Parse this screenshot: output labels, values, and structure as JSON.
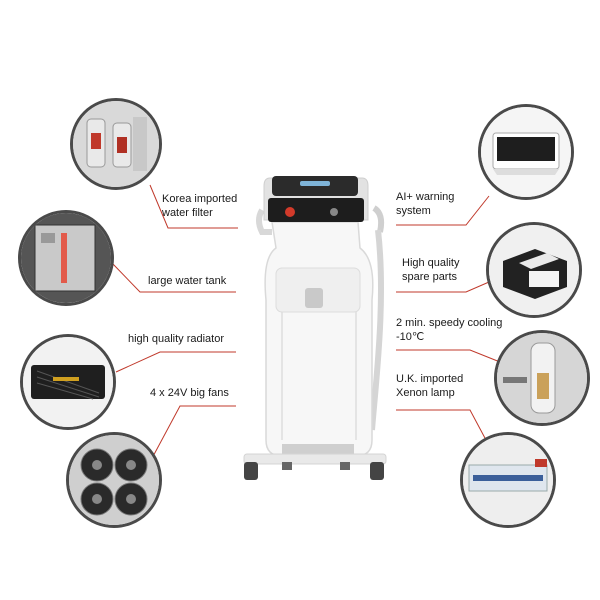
{
  "features": {
    "water_filter": {
      "line1": "Korea imported",
      "line2": "water filter"
    },
    "water_tank": {
      "line1": "large water tank"
    },
    "radiator": {
      "line1": "high quality radiator"
    },
    "fans": {
      "line1": "4 x 24V big fans"
    },
    "warning": {
      "line1": "AI+ warning",
      "line2": "system"
    },
    "spare_parts": {
      "line1": "High quality",
      "line2": "spare parts"
    },
    "cooling": {
      "line1": "2 min. speedy cooling",
      "line2": "-10℃"
    },
    "lamp": {
      "line1": "U.K. imported",
      "line2": "Xenon lamp"
    }
  },
  "accent_color": "#c0392b",
  "frame_color": "#4a4a4a",
  "icons": [
    "water-filter-photo",
    "water-tank-photo",
    "radiator-photo",
    "fans-photo",
    "screen-photo",
    "spare-parts-box-photo",
    "handpiece-photo",
    "xenon-lamp-photo",
    "laser-machine-image"
  ]
}
